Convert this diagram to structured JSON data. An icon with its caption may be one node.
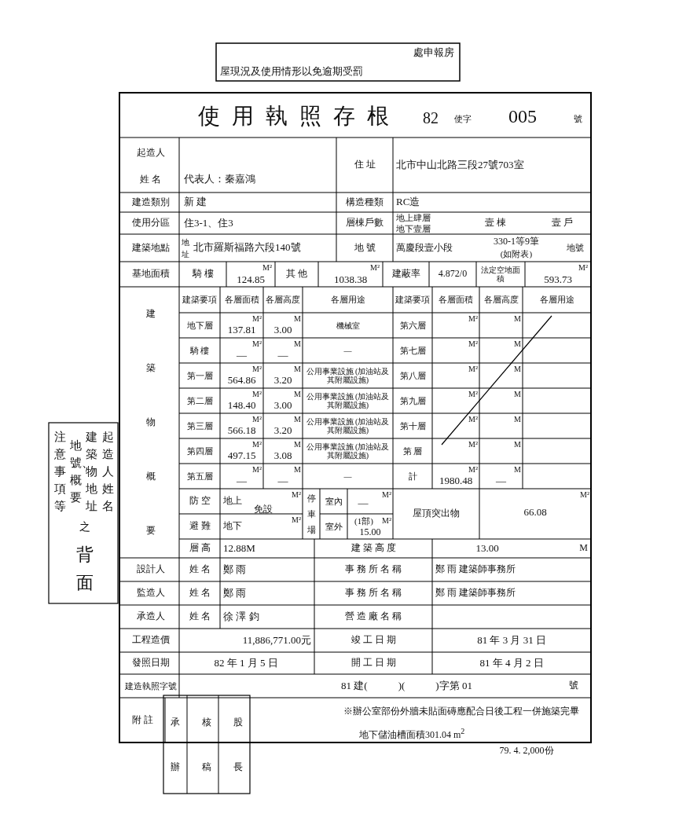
{
  "diagram": {
    "title": "使 用 執 照 存 根",
    "labels": [
      "處申報房",
      "屋現況及使用情形以免逾期受罰",
      "82",
      "使字",
      "005",
      "號",
      "起造人",
      "姓 名",
      "代表人：秦嘉鴻",
      "住 址",
      "北市中山北路三段27號703室",
      "建造類別",
      "新 建",
      "構造種類",
      "RC造",
      "使用分區",
      "住3-1、住3",
      "層棟戶數",
      "地上肆層",
      "地下壹層",
      "壹 棟",
      "壹 戶",
      "建築地點",
      "地址",
      "北市羅斯福路六段140號",
      "地 號",
      "萬慶段壹小段",
      "330-1等9筆",
      "(如附表)",
      "地號",
      "基地面積",
      "騎 樓",
      "M²",
      "124.85",
      "其 他",
      "M²",
      "1038.38",
      "建蔽率",
      "4.872/0",
      "法定空地面積",
      "M²",
      "593.73",
      "建築物概要",
      "建築要項",
      "各層面積",
      "各層高度",
      "各層用途",
      "建築要項",
      "各層面積",
      "各層高度",
      "各層用途",
      "地下層",
      "M²",
      "137.81",
      "M",
      "3.00",
      "機械室",
      "第六層",
      "M²",
      "M",
      "騎 樓",
      "M²",
      "—",
      "M",
      "—",
      "—",
      "第七層",
      "M²",
      "M",
      "第一層",
      "M²",
      "564.86",
      "M",
      "3.20",
      "公用事業設施 (加油站及其附屬設施)",
      "第八層",
      "M²",
      "M",
      "第二層",
      "M²",
      "148.40",
      "M",
      "3.00",
      "公用事業設施 (加油站及其附屬設施)",
      "第九層",
      "M²",
      "M",
      "第三層",
      "M²",
      "566.18",
      "M",
      "3.20",
      "公用事業設施 (加油站及其附屬設施)",
      "第十層",
      "M²",
      "M",
      "第四層",
      "M²",
      "497.15",
      "M",
      "3.08",
      "公用事業設施 (加油站及其附屬設施)",
      "第 層",
      "M²",
      "M",
      "第五層",
      "M²",
      "—",
      "M",
      "—",
      "—",
      "計",
      "M²",
      "1980.48",
      "M",
      "—",
      "防 空",
      "地上",
      "M²",
      "免設",
      "避 難",
      "地下",
      "M²",
      "停車場",
      "室內",
      "—",
      "M²",
      "室外",
      "(1部)",
      "M²",
      "15.00",
      "屋頂突出物",
      "M²",
      "66.08",
      "層 高",
      "12.88M",
      "建 築 高 度",
      "13.00",
      "M",
      "設計人",
      "姓 名",
      "鄭 雨",
      "事 務 所 名 稱",
      "鄭 雨 建築師事務所",
      "監造人",
      "姓 名",
      "鄭 雨",
      "事 務 所 名 稱",
      "鄭 雨 建築師事務所",
      "承造人",
      "姓 名",
      "徐 澤 鈞",
      "營 造 廠 名 稱",
      "工程造價",
      "11,886,771.00元",
      "竣 工 日 期",
      "81 年 3 月 31 日",
      "發照日期",
      "82 年 1 月 5 日",
      "開 工 日 期",
      "81 年 4 月 2 日",
      "建造執照字號",
      "81 建(　　　)(　　　)字第 01",
      "號",
      "附 註",
      "承辦",
      "核稿",
      "股長",
      "※辦公室部份外牆未貼面磚應配合日後工程一併施築完畢",
      "地下儲油槽面積301.04 m$^{2}$",
      "79. 4. 2,000份",
      "注意事項等",
      "地號、概要",
      "建築物地址",
      "起造人姓名",
      "之",
      "背面"
    ]
  }
}
